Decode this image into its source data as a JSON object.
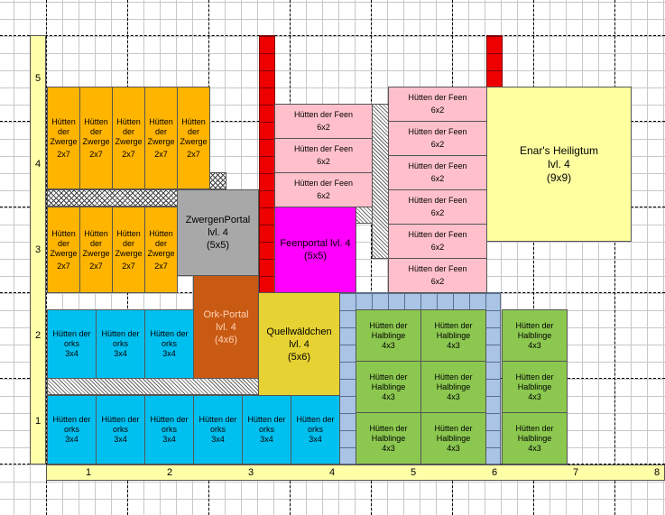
{
  "colors": {
    "dwarf": "#ffb400",
    "fairy": "#ffc0cb",
    "orc": "#00c0f0",
    "halfling": "#8cc850",
    "dwarf_portal": "#a8a8a8",
    "orc_portal": "#c85a14",
    "fairy_portal": "#ff00ff",
    "grove": "#e6d232",
    "sanctum": "#ffffa0",
    "axis": "#ffffa8",
    "red_column": "#ee0000",
    "paving": "#a9c4e4"
  },
  "axes": {
    "x_ticks": [
      "1",
      "2",
      "3",
      "4",
      "5",
      "6",
      "7",
      "8"
    ],
    "y_ticks": [
      "5",
      "4",
      "3",
      "2",
      "1"
    ]
  },
  "buildings": {
    "dwarf_name": "Hütten der Zwerge",
    "dwarf_size": "2x7",
    "fairy_name": "Hütten der Feen",
    "fairy_size": "6x2",
    "orc_name": "Hütten der orks",
    "orc_size": "3x4",
    "halfling_name": "Hütten der Halblinge",
    "halfling_size": "4x3",
    "dwarf_portal": {
      "name": "ZwergenPortal",
      "level": "lvl. 4",
      "size": "(5x5)"
    },
    "orc_portal": {
      "name": "Ork-Portal",
      "level": "lvl. 4",
      "size": "(4x6)"
    },
    "fairy_portal": {
      "name": "Feenportal lvl. 4",
      "size": "(5x5)"
    },
    "grove": {
      "name": "Quellwäldchen",
      "level": "lvl. 4",
      "size": "(5x6)"
    },
    "sanctum": {
      "name": "Enar's Heiligtum",
      "level": "lvl. 4",
      "size": "(9x9)"
    }
  }
}
